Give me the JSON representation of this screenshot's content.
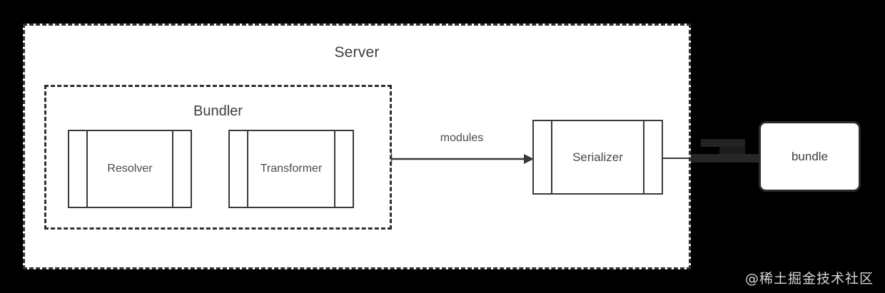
{
  "diagram": {
    "title_text": "Server",
    "server": {
      "label": "Server",
      "border_style": "dashed",
      "fill": "#ffffff"
    },
    "bundler": {
      "label": "Bundler",
      "border_style": "dashed",
      "nodes": [
        {
          "label": "Resolver",
          "shape": "process"
        },
        {
          "label": "Transformer",
          "shape": "process"
        }
      ]
    },
    "serializer": {
      "label": "Serializer",
      "shape": "process"
    },
    "bundle": {
      "label": "bundle",
      "shape": "rounded-rectangle"
    },
    "edges": [
      {
        "label": "modules",
        "from": "Bundler",
        "to": "Serializer",
        "arrow": "right"
      },
      {
        "label": "",
        "from": "Serializer",
        "to": "bundle",
        "arrow": "none"
      }
    ],
    "colors": {
      "background": "#000000",
      "panel_fill": "#ffffff",
      "stroke": "#3a3a3a",
      "text": "#4a4a4a"
    }
  },
  "watermark": {
    "text": "@稀土掘金技术社区"
  }
}
